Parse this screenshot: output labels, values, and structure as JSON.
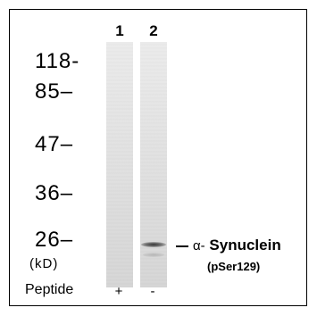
{
  "lanes": [
    {
      "number": "1",
      "peptide": "+",
      "band": false
    },
    {
      "number": "2",
      "peptide": "-",
      "band": true
    }
  ],
  "markers": [
    "118-",
    "85–",
    "47–",
    "36–",
    "26–"
  ],
  "unit_label": "(kD)",
  "row_label": "Peptide",
  "protein": {
    "prefix": "α-",
    "name": "Synuclein",
    "site": "(pSer129)"
  },
  "colors": {
    "band": "#2a2a2a",
    "lane": "#e4e4e4",
    "border": "#000000"
  }
}
